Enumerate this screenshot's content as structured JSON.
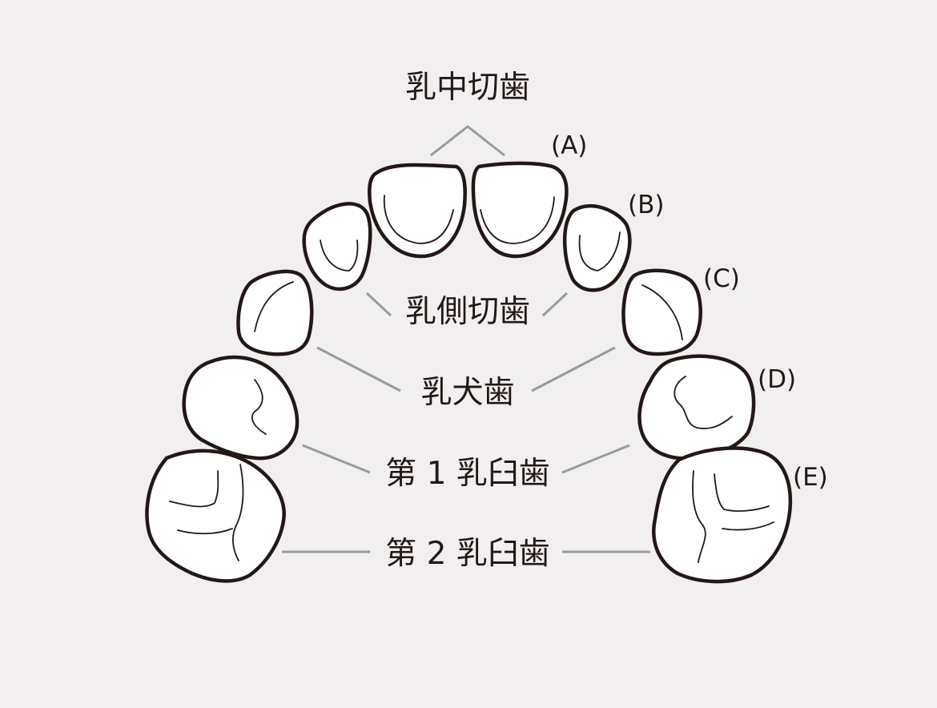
{
  "labels": {
    "central_incisor": "乳中切歯",
    "lateral_incisor": "乳側切歯",
    "canine": "乳犬歯",
    "first_molar": "第 1 乳臼歯",
    "second_molar": "第 2 乳臼歯"
  },
  "letters": {
    "a": "(A)",
    "b": "(B)",
    "c": "(C)",
    "d": "(D)",
    "e": "(E)"
  },
  "colors": {
    "background": "#f1eff0",
    "tooth_fill": "#ffffff",
    "tooth_outline": "#231815",
    "leader_line": "#9a9a9a"
  }
}
